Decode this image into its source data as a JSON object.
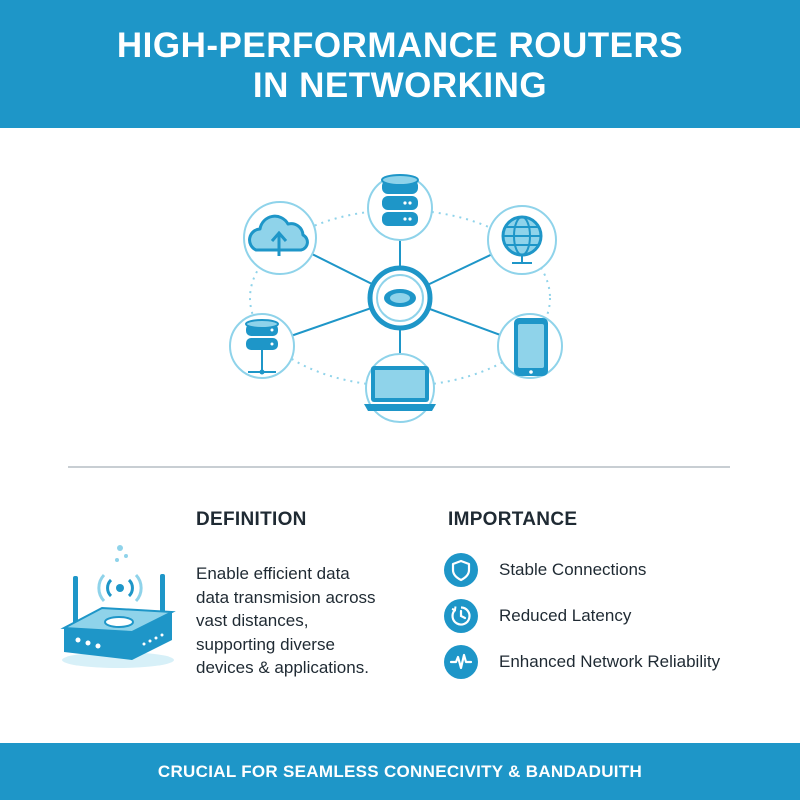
{
  "header": {
    "title_line1": "HIGH-PERFORMANCE ROUTERS",
    "title_line2": "IN NETWORKING"
  },
  "diagram": {
    "hub_icon": "router-hub-icon",
    "nodes": [
      {
        "icon": "cloud-upload-icon"
      },
      {
        "icon": "database-server-icon"
      },
      {
        "icon": "globe-icon"
      },
      {
        "icon": "smartphone-icon"
      },
      {
        "icon": "laptop-icon"
      },
      {
        "icon": "server-stack-icon"
      }
    ]
  },
  "definition": {
    "title": "DEFINITION",
    "lines": [
      "Enable efficient data",
      "data transmision across",
      "vast distances,",
      "supporting diverse",
      "devices & applications."
    ],
    "icon": "wifi-router-icon"
  },
  "importance": {
    "title": "IMPORTANCE",
    "items": [
      {
        "label": "Stable Connections",
        "icon": "shield-icon"
      },
      {
        "label": "Reduced Latency",
        "icon": "clock-icon"
      },
      {
        "label": "Enhanced Network Reliability",
        "icon": "pulse-icon"
      }
    ]
  },
  "footer": {
    "text": "CRUCIAL FOR SEAMLESS CONNECIVITY & BANDADUITH"
  },
  "colors": {
    "primary": "#1e96c8",
    "light": "#8fd3ea",
    "dark": "#1f2a33"
  }
}
